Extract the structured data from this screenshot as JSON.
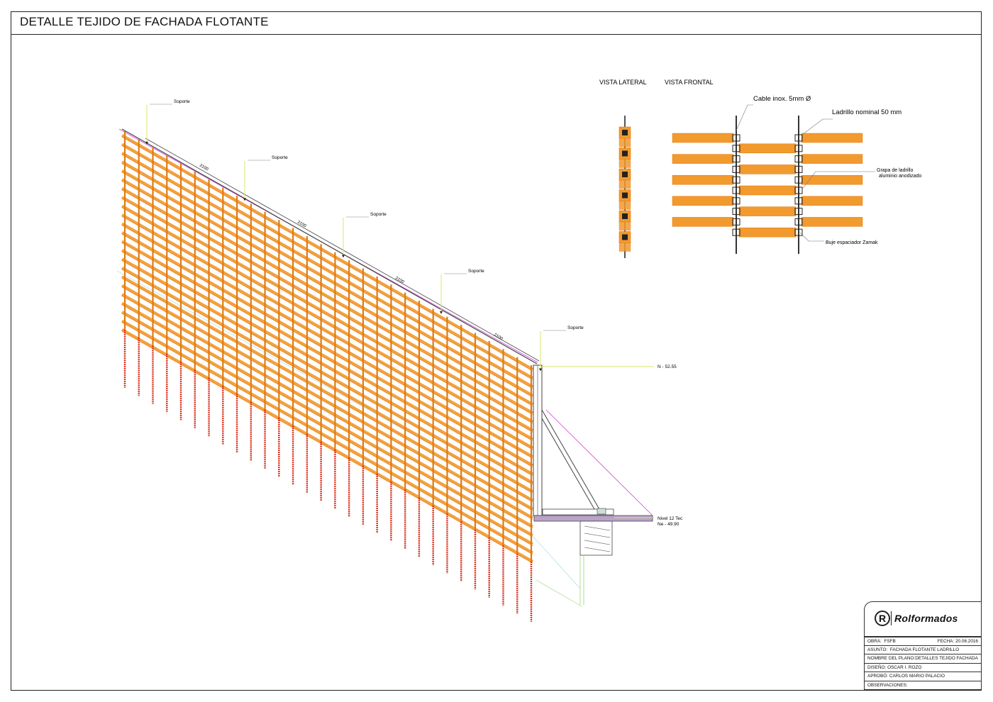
{
  "sheet": {
    "title": "DETALLE TEJIDO DE FACHADA FLOTANTE"
  },
  "isometric": {
    "support_label": "Soporte",
    "span_label": "2100",
    "level_top": "N - 52.55",
    "level_slab_line1": "Nivel 12 Tec",
    "level_slab_line2": "Ne - 49.90"
  },
  "detail": {
    "lateral_view_title": "VISTA LATERAL",
    "frontal_view_title": "VISTA FRONTAL",
    "cable_label": "Cable inox. 5mm Ø",
    "brick_label": "Ladrillo nominal 50 mm",
    "clip_label_line1": "Grapa de ladrillo",
    "clip_label_line2": "aluminio anodizado",
    "bushing_label": "Buje espaciador Zamak"
  },
  "title_block": {
    "company": "Rolformados",
    "company_initial": "R",
    "obra_label": "OBRA:",
    "obra_value": "FSFB",
    "fecha_label": "FECHA:",
    "fecha_value": "20.06.2016",
    "asunto_label": "ASUNTO:",
    "asunto_value": "FACHADA FLOTANTE LADRILLO",
    "plano_label": "NOMBRE DEL PLANO:",
    "plano_value": "DETALLES TEJIDO FACHADA",
    "diseno_label": "DISEÑO:",
    "diseno_value": "OSCAR I. ROZO",
    "aprobo_label": "APROBÓ:",
    "aprobo_value": "CARLOS MARIO PALACIO",
    "observaciones_label": "OBSERVACIONES:"
  },
  "colors": {
    "brick": "#f29a2e",
    "brick_dark": "#e07a12",
    "cable": "#d8301c",
    "frame": "#444444",
    "guide_magenta": "#d040d8",
    "guide_green": "#9ed67a",
    "guide_yellow": "#dde66a",
    "guide_cyan": "#9fd6e6"
  }
}
